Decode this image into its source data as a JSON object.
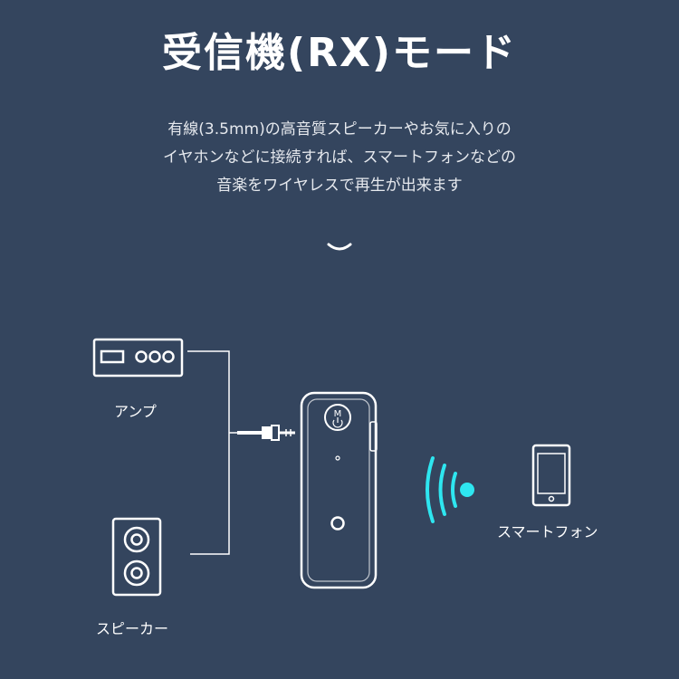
{
  "title": "受信機(RX)モード",
  "description": [
    "有線(3.5mm)の高音質スピーカーやお気に入りの",
    "イヤホンなどに接続すれば、スマートフォンなどの",
    "音楽をワイヤレスで再生が出来ます"
  ],
  "labels": {
    "amp": "アンプ",
    "speaker": "スピーカー",
    "smartphone": "スマートフォン"
  },
  "device": {
    "button_letter": "M"
  },
  "colors": {
    "background": "#34455e",
    "line": "#ffffff",
    "signal": "#2ee6f0"
  },
  "icons": [
    "amplifier-icon",
    "speaker-icon",
    "audio-jack-icon",
    "receiver-device-icon",
    "wireless-signal-icon",
    "smartphone-icon",
    "chevron-down-icon"
  ]
}
